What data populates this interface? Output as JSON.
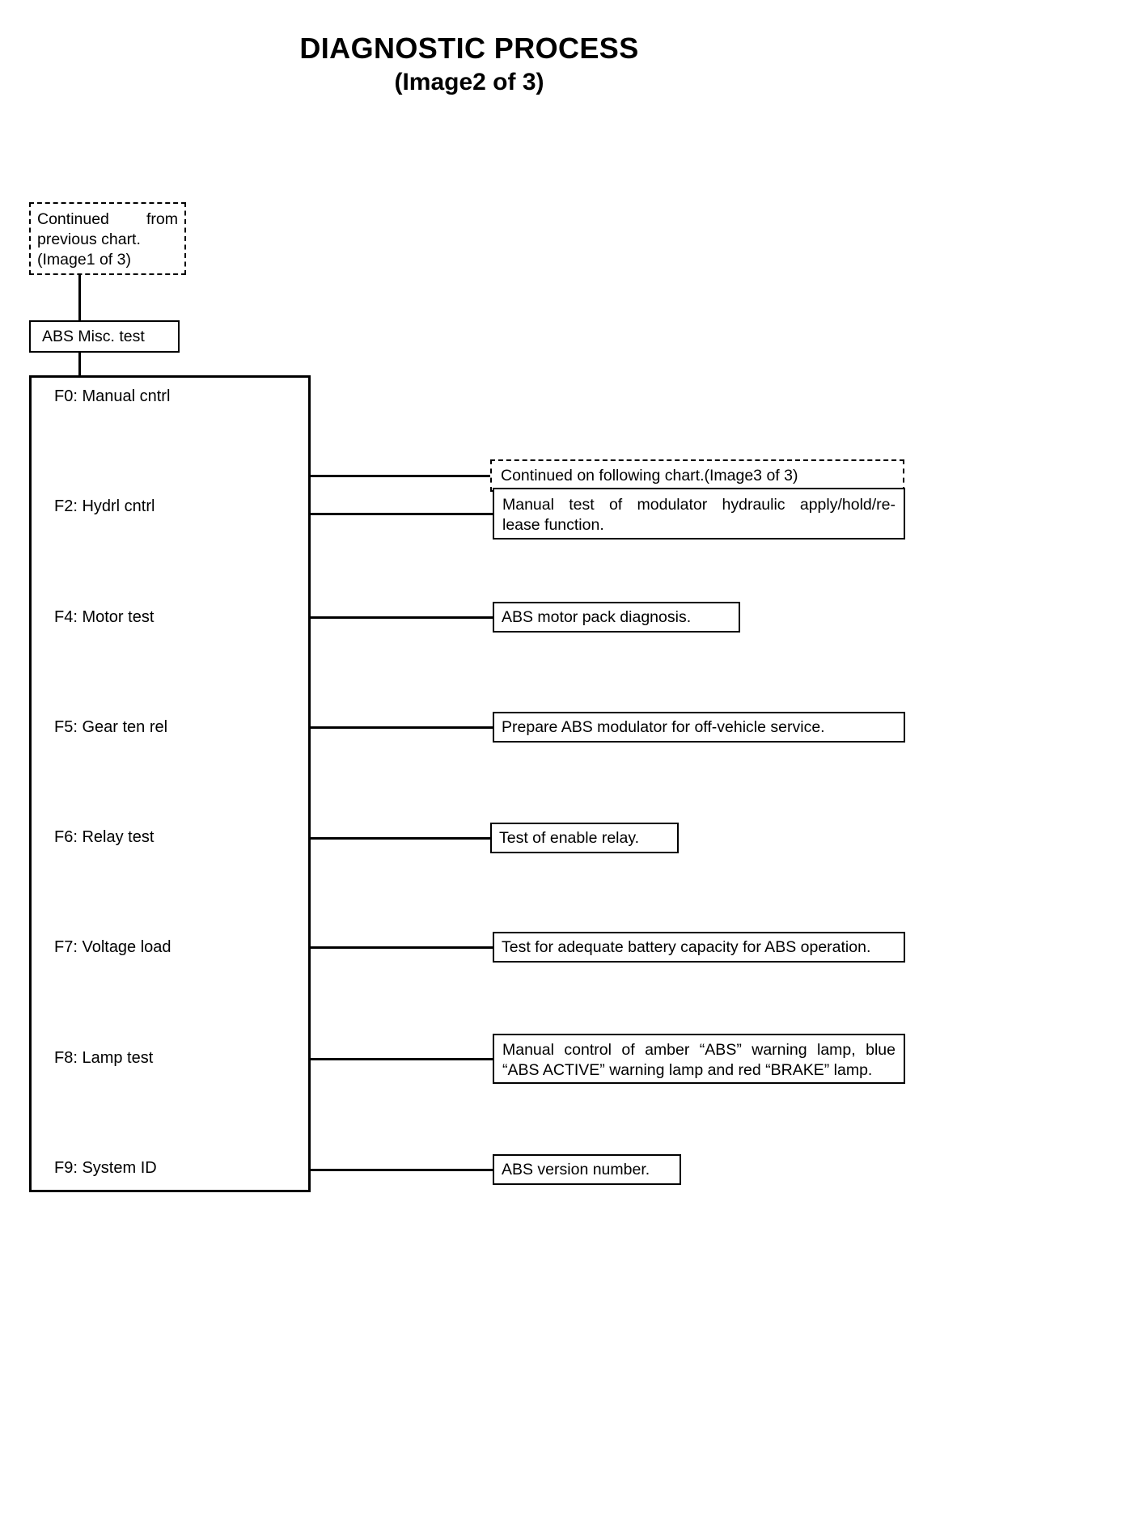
{
  "title": {
    "main": "DIAGNOSTIC PROCESS",
    "sub": "(Image2 of 3)"
  },
  "continued_from": {
    "line1": "Continued    from",
    "line2": "previous chart.",
    "line3": "(Image1 of 3)"
  },
  "root_box": {
    "label": "ABS Misc. test"
  },
  "menu": {
    "items": [
      {
        "label": "F0:  Manual cntrl"
      },
      {
        "label": "F2:  Hydrl cntrl"
      },
      {
        "label": "F4:  Motor test"
      },
      {
        "label": "F5:  Gear ten rel"
      },
      {
        "label": "F6:  Relay test"
      },
      {
        "label": "F7:  Voltage load"
      },
      {
        "label": "F8:  Lamp test"
      },
      {
        "label": "F9:  System ID"
      }
    ]
  },
  "descriptions": {
    "f0": "Continued on following chart.(Image3 of 3)",
    "f2_line1": "Manual  test  of  modulator  hydraulic  apply/hold/re-",
    "f2_line2": "lease function.",
    "f4": "ABS motor pack diagnosis.",
    "f5": "Prepare ABS modulator for off-vehicle service.",
    "f6": "Test of enable relay.",
    "f7": "Test for adequate battery capacity for ABS operation.",
    "f8_line1": "Manual control of amber “ABS” warning lamp, blue",
    "f8_line2": "“ABS ACTIVE” warning lamp and red “BRAKE” lamp.",
    "f9": "ABS version number."
  },
  "colors": {
    "ink": "#000000",
    "paper": "#ffffff"
  }
}
